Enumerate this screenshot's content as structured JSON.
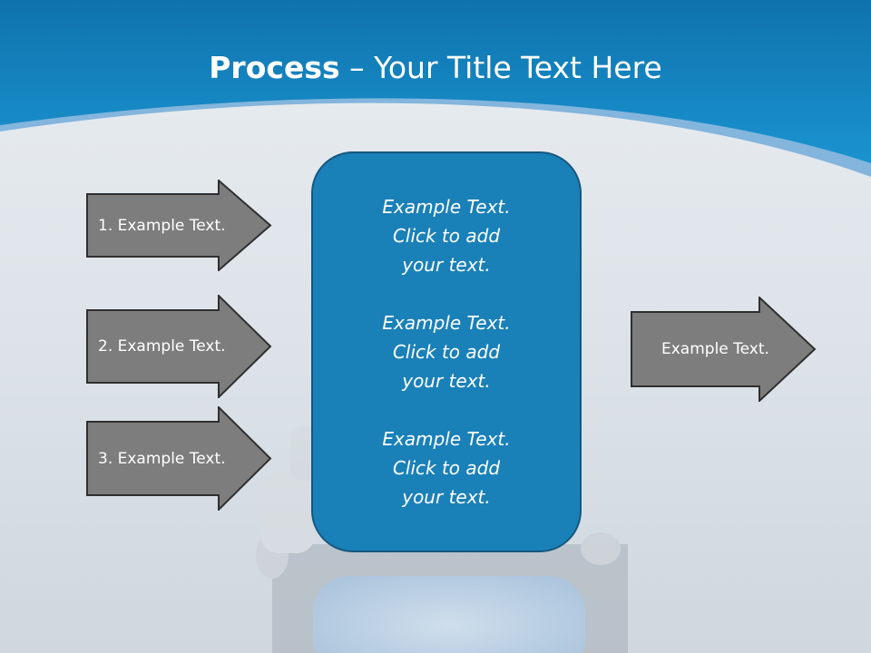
{
  "slide": {
    "title_bold": "Process",
    "title_rest": " – Your Title Text Here",
    "colors": {
      "header_blue": "#1486c4",
      "header_light": "#5aa5d6",
      "arrow_fill": "#7d7d7d",
      "arrow_stroke": "#2f2f2f",
      "box_fill": "#1a80b8",
      "box_stroke": "#16577e"
    }
  },
  "left_arrows": [
    {
      "label": "1. Example Text."
    },
    {
      "label": "2. Example Text."
    },
    {
      "label": "3. Example Text."
    }
  ],
  "center_box": {
    "blocks": [
      {
        "text": "Example Text.\nClick  to add\nyour text."
      },
      {
        "text": "Example Text.\nClick  to add\nyour text."
      },
      {
        "text": "Example Text.\nClick  to add\nyour text."
      }
    ]
  },
  "right_arrow": {
    "label": "Example Text."
  }
}
